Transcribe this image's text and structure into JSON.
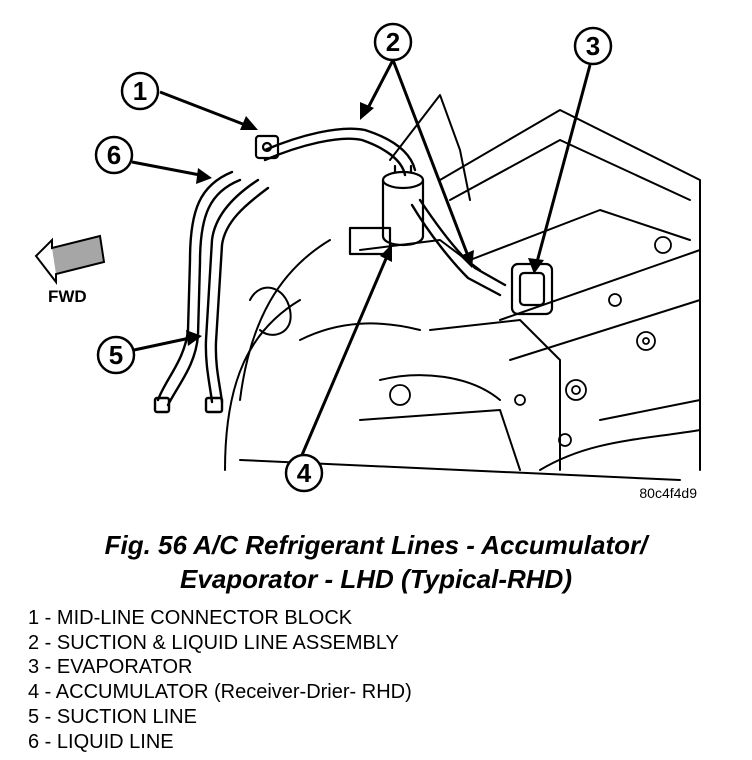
{
  "figure": {
    "fwd_label": "FWD",
    "figure_id": "80c4f4d9",
    "callouts": [
      "1",
      "2",
      "3",
      "4",
      "5",
      "6"
    ]
  },
  "caption": {
    "line1": "Fig. 56 A/C Refrigerant Lines - Accumulator/",
    "line2": "Evaporator - LHD (Typical-RHD)"
  },
  "legend": [
    {
      "num": "1",
      "sep": " - ",
      "text": "MID-LINE CONNECTOR BLOCK",
      "note": ""
    },
    {
      "num": "2",
      "sep": " - ",
      "text": "SUCTION & LIQUID LINE ASSEMBLY",
      "note": ""
    },
    {
      "num": "3",
      "sep": " - ",
      "text": "EVAPORATOR",
      "note": ""
    },
    {
      "num": "4",
      "sep": " - ",
      "text": "ACCUMULATOR",
      "note": " (Receiver-Drier- RHD)"
    },
    {
      "num": "5",
      "sep": " - ",
      "text": "SUCTION LINE",
      "note": ""
    },
    {
      "num": "6",
      "sep": " - ",
      "text": "LIQUID LINE",
      "note": ""
    }
  ]
}
